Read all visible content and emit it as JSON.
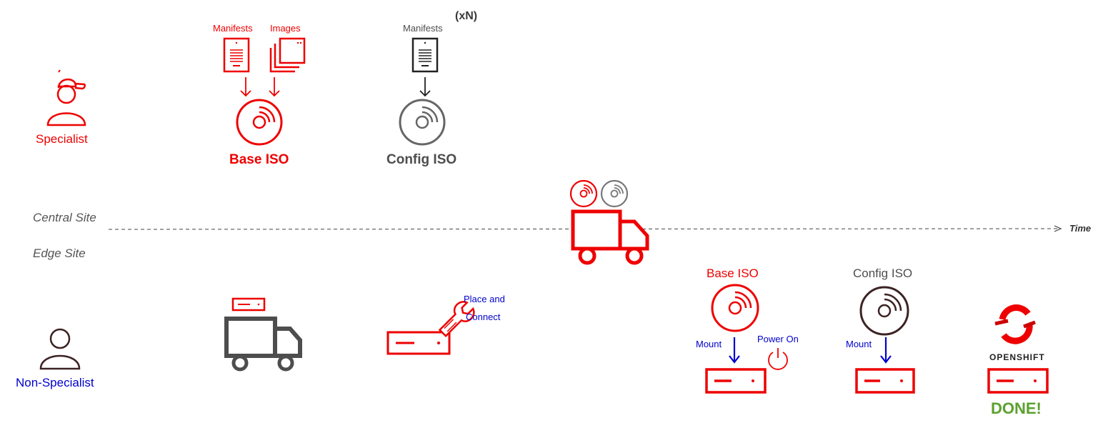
{
  "roles": {
    "specialist": "Specialist",
    "non_specialist": "Non-Specialist"
  },
  "sites": {
    "central": "Central Site",
    "edge": "Edge Site",
    "time_axis": "Time"
  },
  "top_row": {
    "manifests_red": "Manifests",
    "images_red": "Images",
    "base_iso": "Base ISO",
    "multiplier": "(xN)",
    "manifests_gray": "Manifests",
    "config_iso": "Config ISO"
  },
  "bottom_row": {
    "place_connect_1": "Place and",
    "place_connect_2": "Connect",
    "base_iso_label": "Base ISO",
    "mount_1": "Mount",
    "power_on": "Power On",
    "config_iso_label": "Config ISO",
    "mount_2": "Mount",
    "openshift_logo_text": "OPENSHIFT",
    "done": "DONE!"
  },
  "colors": {
    "red": "#ee0000",
    "gray": "#4d4d4d",
    "blue": "#0000cc",
    "dark": "#3c2323",
    "green": "#5ba12f"
  }
}
